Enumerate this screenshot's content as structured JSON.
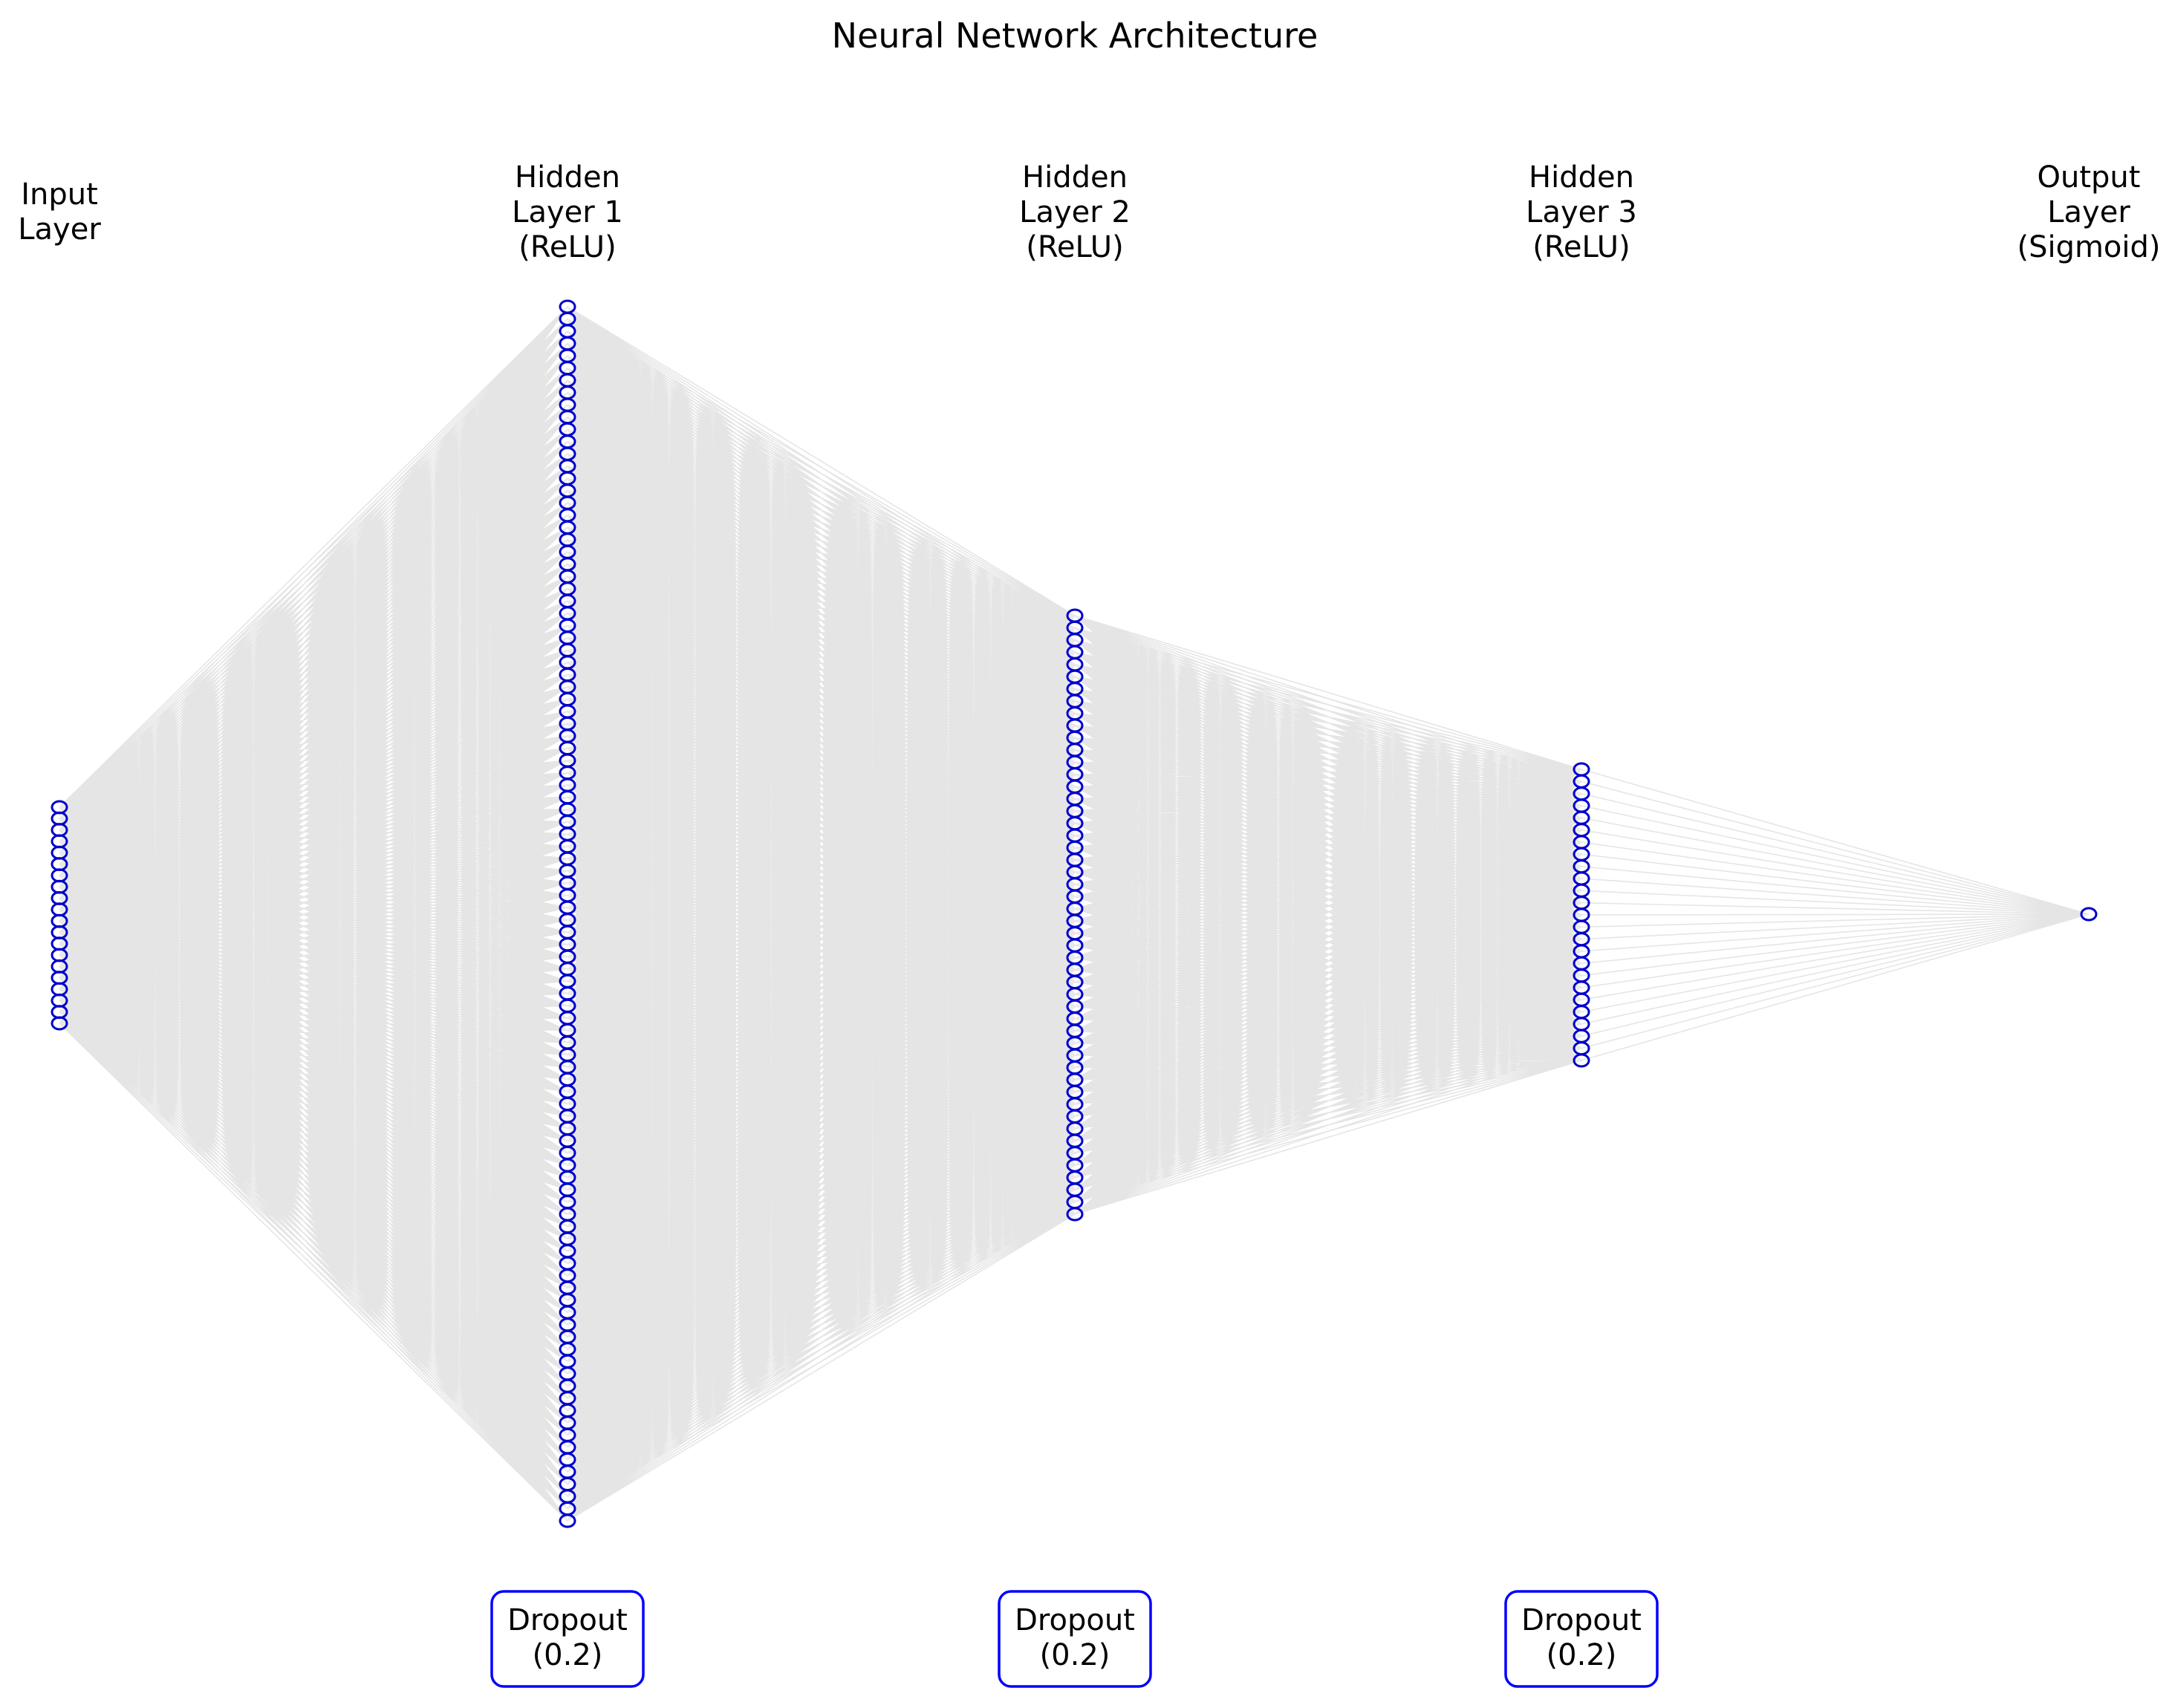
{
  "diagram": {
    "title": "Neural Network Architecture",
    "layers": [
      {
        "name": "input",
        "label_lines": [
          "Input",
          "Layer"
        ],
        "neuron_count": 20
      },
      {
        "name": "hidden-1",
        "label_lines": [
          "Hidden",
          "Layer 1",
          "(ReLU)"
        ],
        "neuron_count": 100
      },
      {
        "name": "hidden-2",
        "label_lines": [
          "Hidden",
          "Layer 2",
          "(ReLU)"
        ],
        "neuron_count": 50
      },
      {
        "name": "hidden-3",
        "label_lines": [
          "Hidden",
          "Layer 3",
          "(ReLU)"
        ],
        "neuron_count": 25
      },
      {
        "name": "output",
        "label_lines": [
          "Output",
          "Layer",
          "(Sigmoid)"
        ],
        "neuron_count": 1
      }
    ],
    "dropouts": [
      {
        "after_layer": 1,
        "label_lines": [
          "Dropout",
          "(0.2)"
        ]
      },
      {
        "after_layer": 2,
        "label_lines": [
          "Dropout",
          "(0.2)"
        ]
      },
      {
        "after_layer": 3,
        "label_lines": [
          "Dropout",
          "(0.2)"
        ]
      }
    ],
    "colors": {
      "neuron_stroke": "#0000cc",
      "edge": "#000000",
      "dropout_border": "#0000ff",
      "text": "#000000"
    }
  }
}
